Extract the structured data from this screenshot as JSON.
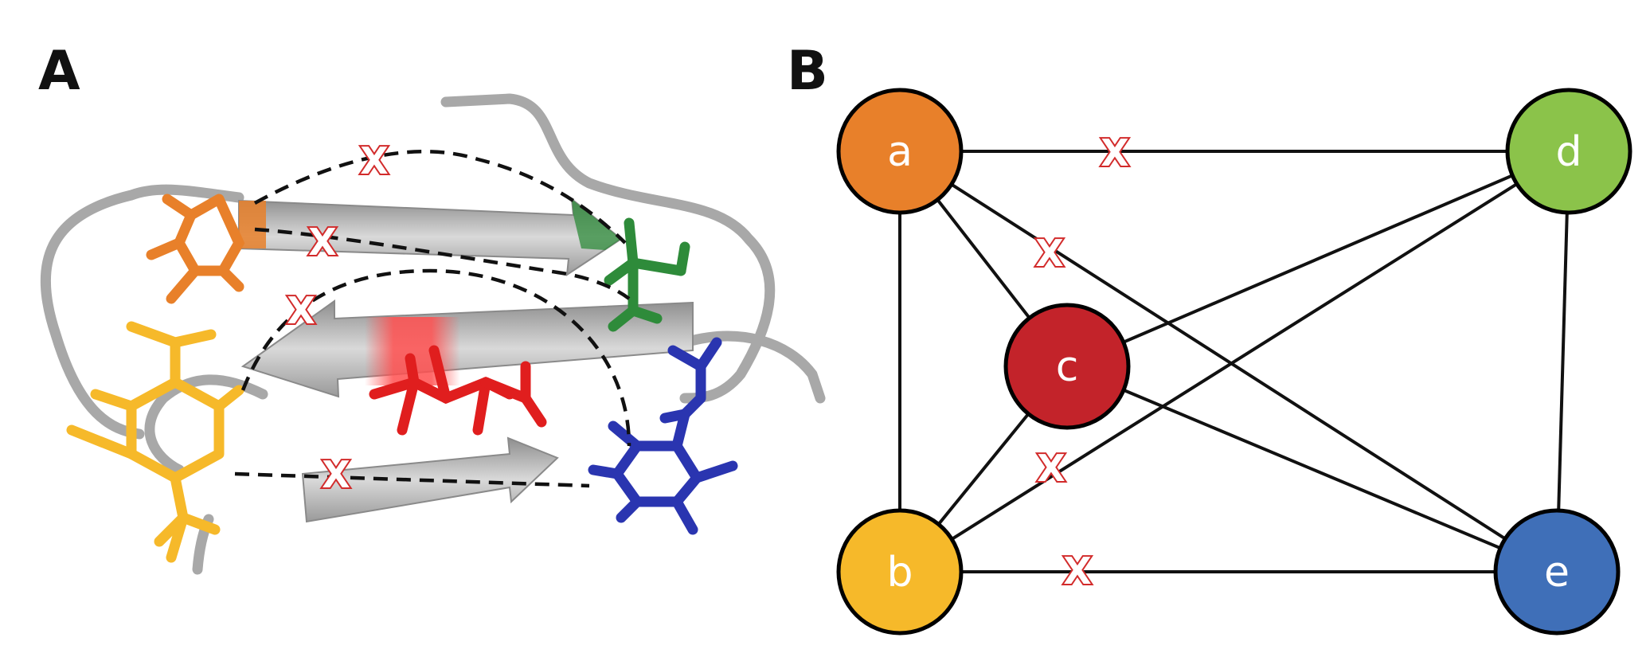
{
  "panels": {
    "a_label": "A",
    "b_label": "B"
  },
  "cross_mark": "X",
  "colors": {
    "orange": "#e8802a",
    "yellow": "#f6b92a",
    "red": "#c3232a",
    "green": "#8bc34a",
    "blue": "#3f6fb8",
    "residue_green": "#2e8b3a",
    "residue_blue": "#2a35b0",
    "residue_red": "#e01e1e",
    "ribbon_gray": "#b9b9b9",
    "cross": "#d22b2b"
  },
  "graph": {
    "nodes": [
      {
        "id": "a",
        "label": "a",
        "color": "#e8802a"
      },
      {
        "id": "b",
        "label": "b",
        "color": "#f6b92a"
      },
      {
        "id": "c",
        "label": "c",
        "color": "#c3232a"
      },
      {
        "id": "d",
        "label": "d",
        "color": "#8bc34a"
      },
      {
        "id": "e",
        "label": "e",
        "color": "#3f6fb8"
      }
    ],
    "edges": [
      {
        "from": "a",
        "to": "d",
        "crossed": true
      },
      {
        "from": "a",
        "to": "b",
        "crossed": false
      },
      {
        "from": "a",
        "to": "c",
        "crossed": false
      },
      {
        "from": "a",
        "to": "e",
        "crossed": true
      },
      {
        "from": "b",
        "to": "e",
        "crossed": true
      },
      {
        "from": "b",
        "to": "c",
        "crossed": false
      },
      {
        "from": "b",
        "to": "d",
        "crossed": true
      },
      {
        "from": "c",
        "to": "d",
        "crossed": false
      },
      {
        "from": "c",
        "to": "e",
        "crossed": false
      },
      {
        "from": "d",
        "to": "e",
        "crossed": false
      }
    ]
  }
}
